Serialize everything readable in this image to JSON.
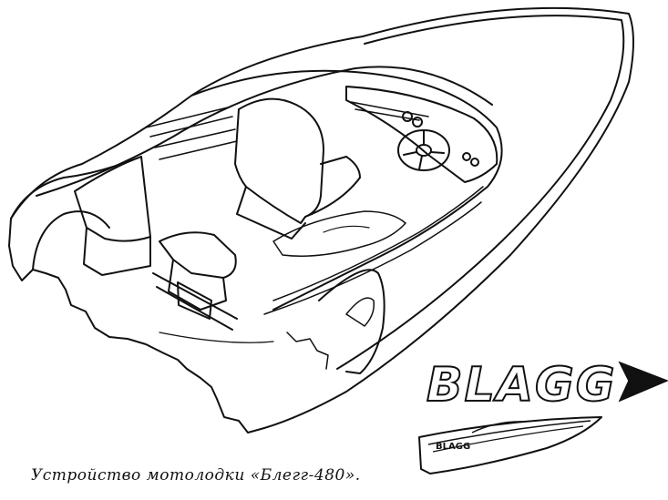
{
  "figure": {
    "caption": "Устройство мотолодки «Блегг-480».",
    "logo_text": "BLAGG",
    "small_boat_logo_text": "BLAGG",
    "colors": {
      "ink": "#111111",
      "paper": "#ffffff"
    }
  }
}
